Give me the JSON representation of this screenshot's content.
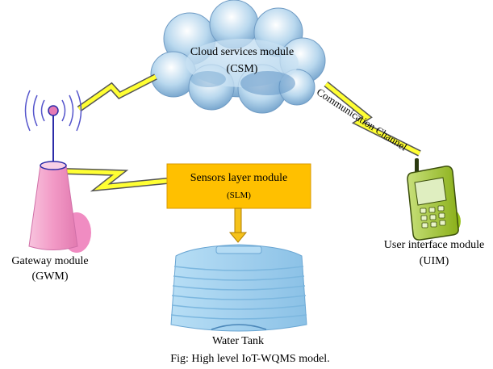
{
  "cloud": {
    "line1": "Cloud services module",
    "line2": "(CSM)"
  },
  "sensors": {
    "line1": "Sensors layer module",
    "line2": "(SLM)"
  },
  "gateway": {
    "line1": "Gateway module",
    "line2": "(GWM)"
  },
  "user_interface": {
    "line1": "User interface module",
    "line2": "(UIM)"
  },
  "tank": {
    "label": "Water Tank"
  },
  "channel": {
    "label": "Communication Channel"
  },
  "caption": "Fig: High level IoT-WQMS model.",
  "colors": {
    "slm_box": "#ffc000",
    "lightning": "#ffff33",
    "cloud": "#a9cde8",
    "tower": "#f4a6cc",
    "tank": "#a7d4f0",
    "phone": "#98c41e"
  }
}
